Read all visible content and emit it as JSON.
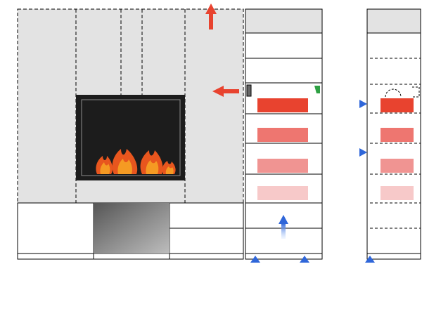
{
  "diagram": {
    "kind": "fireplace-wall-elevation",
    "colors": {
      "wall_fill": "#e3e3e3",
      "outline": "#000000",
      "firebox": "#1c1c1c",
      "firebox_inner_line": "#8c8c8c",
      "flame_outer": "#e8561e",
      "flame_inner": "#f59a23",
      "heat_arrow": "#e8432f",
      "cool_arrow": "#2f66d9",
      "glass_dark": "#555555",
      "glass_light": "#bdbdbd",
      "indicator_green": "#2ea043"
    },
    "heat_levels": [
      "#e8432f",
      "#ee7670",
      "#f09492",
      "#f7c9c9"
    ],
    "side_view_markers": [
      "arrow-right",
      "arrow-right",
      "arrow-up"
    ],
    "elements": [
      "wall-panel",
      "chimney-duct",
      "firebox",
      "flames",
      "glass-panel",
      "cabinet-column",
      "side-view-column",
      "hot-air-outlet-arrow",
      "hot-air-inlet-arrow",
      "cool-air-arrow",
      "vent-markers"
    ]
  }
}
